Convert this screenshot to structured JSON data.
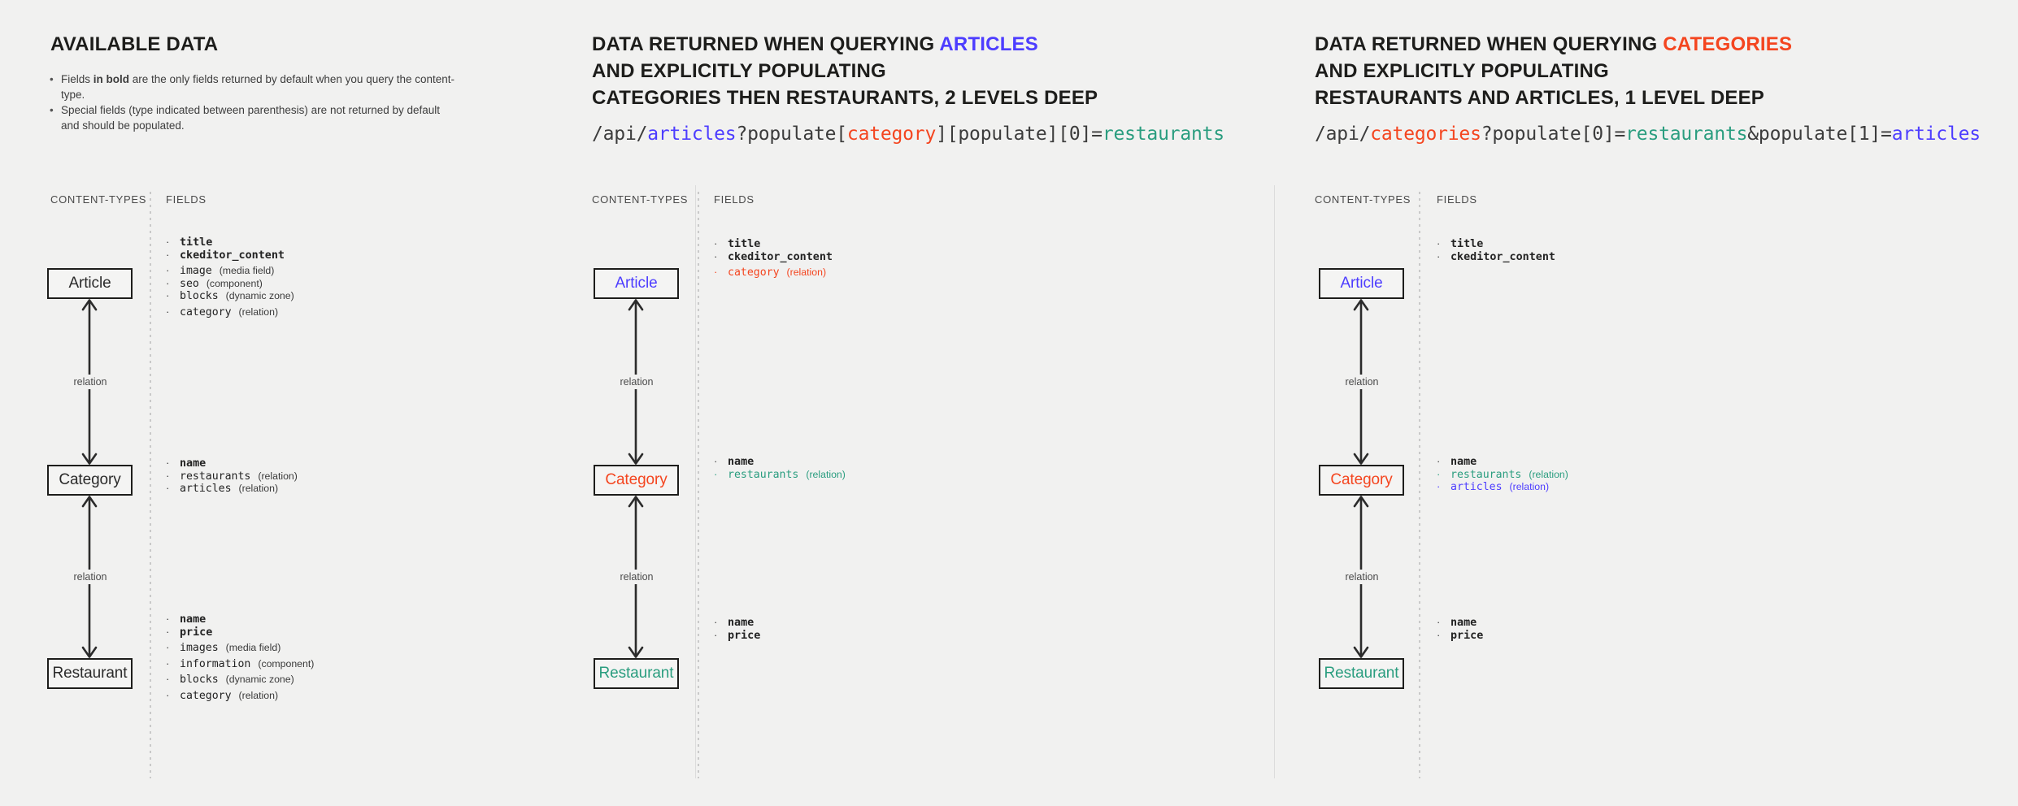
{
  "panels": [
    {
      "id": "available-data",
      "heading_lines": [
        [
          {
            "t": "AVAILABLE DATA",
            "c": ""
          }
        ]
      ],
      "bullets": [
        {
          "pre": "Fields ",
          "bold": "in bold",
          "post": " are the only fields returned by default when you query the content-type."
        },
        {
          "pre": "Special fields (type indicated between parenthesis) are not returned by default",
          "bold": "",
          "post": ""
        },
        {
          "pre": "and should be populated.",
          "bold": "",
          "post": "",
          "indent": true
        }
      ],
      "api_line": null,
      "col_labels": {
        "content_types": "CONTENT-TYPES",
        "fields": "FIELDS"
      },
      "entities": [
        {
          "name": "Article",
          "color": ""
        },
        {
          "name": "Category",
          "color": ""
        },
        {
          "name": "Restaurant",
          "color": ""
        }
      ],
      "relations": [
        {
          "label": "relation"
        },
        {
          "label": "relation"
        }
      ],
      "field_groups": [
        [
          {
            "name": "title",
            "type": "",
            "bold": true,
            "color": ""
          },
          {
            "name": "ckeditor_content",
            "type": "",
            "bold": true,
            "color": ""
          },
          {
            "name": "image",
            "type": "(media field)",
            "bold": false,
            "color": ""
          },
          {
            "name": "seo",
            "type": "(component)",
            "bold": false,
            "color": ""
          },
          {
            "name": "blocks",
            "type": "(dynamic zone)",
            "bold": false,
            "color": ""
          },
          {
            "name": "category",
            "type": "(relation)",
            "bold": false,
            "color": ""
          }
        ],
        [
          {
            "name": "name",
            "type": "",
            "bold": true,
            "color": ""
          },
          {
            "name": "restaurants",
            "type": "(relation)",
            "bold": false,
            "color": ""
          },
          {
            "name": "articles",
            "type": "(relation)",
            "bold": false,
            "color": ""
          }
        ],
        [
          {
            "name": "name",
            "type": "",
            "bold": true,
            "color": ""
          },
          {
            "name": "price",
            "type": "",
            "bold": true,
            "color": ""
          },
          {
            "name": "images",
            "type": "(media field)",
            "bold": false,
            "color": ""
          },
          {
            "name": "information",
            "type": "(component)",
            "bold": false,
            "color": ""
          },
          {
            "name": "blocks",
            "type": "(dynamic zone)",
            "bold": false,
            "color": ""
          },
          {
            "name": "category",
            "type": "(relation)",
            "bold": false,
            "color": ""
          }
        ]
      ]
    },
    {
      "id": "query-articles",
      "heading_lines": [
        [
          {
            "t": "DATA RETURNED WHEN QUERYING ",
            "c": ""
          },
          {
            "t": "ARTICLES",
            "c": "hl-blue"
          }
        ],
        [
          {
            "t": "AND EXPLICITLY POPULATING",
            "c": ""
          }
        ],
        [
          {
            "t": "CATEGORIES THEN RESTAURANTS, 2 LEVELS DEEP",
            "c": ""
          }
        ]
      ],
      "bullets": [],
      "api_line": [
        {
          "t": "/api/",
          "c": ""
        },
        {
          "t": "articles",
          "c": "c-blue"
        },
        {
          "t": "?populate[",
          "c": ""
        },
        {
          "t": "category",
          "c": "c-red"
        },
        {
          "t": "][populate][0]=",
          "c": ""
        },
        {
          "t": "restaurants",
          "c": "c-green"
        }
      ],
      "col_labels": {
        "content_types": "CONTENT-TYPES",
        "fields": "FIELDS"
      },
      "entities": [
        {
          "name": "Article",
          "color": "blue"
        },
        {
          "name": "Category",
          "color": "red"
        },
        {
          "name": "Restaurant",
          "color": "green"
        }
      ],
      "relations": [
        {
          "label": "relation"
        },
        {
          "label": "relation"
        }
      ],
      "field_groups": [
        [
          {
            "name": "title",
            "type": "",
            "bold": true,
            "color": ""
          },
          {
            "name": "ckeditor_content",
            "type": "",
            "bold": true,
            "color": ""
          },
          {
            "name": "category",
            "type": "(relation)",
            "bold": false,
            "color": "col-red"
          }
        ],
        [
          {
            "name": "name",
            "type": "",
            "bold": true,
            "color": ""
          },
          {
            "name": "restaurants",
            "type": "(relation)",
            "bold": false,
            "color": "col-green"
          }
        ],
        [
          {
            "name": "name",
            "type": "",
            "bold": true,
            "color": ""
          },
          {
            "name": "price",
            "type": "",
            "bold": true,
            "color": ""
          }
        ]
      ]
    },
    {
      "id": "query-categories",
      "heading_lines": [
        [
          {
            "t": "DATA RETURNED WHEN QUERYING ",
            "c": ""
          },
          {
            "t": "CATEGORIES",
            "c": "hl-red"
          }
        ],
        [
          {
            "t": "AND EXPLICITLY POPULATING",
            "c": ""
          }
        ],
        [
          {
            "t": "RESTAURANTS AND ARTICLES, 1 LEVEL DEEP",
            "c": ""
          }
        ]
      ],
      "bullets": [],
      "api_line": [
        {
          "t": "/api/",
          "c": ""
        },
        {
          "t": "categories",
          "c": "c-red"
        },
        {
          "t": "?populate[0]=",
          "c": ""
        },
        {
          "t": "restaurants",
          "c": "c-green"
        },
        {
          "t": "&populate[1]=",
          "c": ""
        },
        {
          "t": "articles",
          "c": "c-blue"
        }
      ],
      "col_labels": {
        "content_types": "CONTENT-TYPES",
        "fields": "FIELDS"
      },
      "entities": [
        {
          "name": "Article",
          "color": "blue"
        },
        {
          "name": "Category",
          "color": "red"
        },
        {
          "name": "Restaurant",
          "color": "green"
        }
      ],
      "relations": [
        {
          "label": "relation"
        },
        {
          "label": "relation"
        }
      ],
      "field_groups": [
        [
          {
            "name": "title",
            "type": "",
            "bold": true,
            "color": ""
          },
          {
            "name": "ckeditor_content",
            "type": "",
            "bold": true,
            "color": ""
          }
        ],
        [
          {
            "name": "name",
            "type": "",
            "bold": true,
            "color": ""
          },
          {
            "name": "restaurants",
            "type": "(relation)",
            "bold": false,
            "color": "col-green"
          },
          {
            "name": "articles",
            "type": "(relation)",
            "bold": false,
            "color": "col-blue"
          }
        ],
        [
          {
            "name": "name",
            "type": "",
            "bold": true,
            "color": ""
          },
          {
            "name": "price",
            "type": "",
            "bold": true,
            "color": ""
          }
        ]
      ]
    }
  ],
  "colors": {
    "background": "#f1f1f0",
    "blue": "#4d3dff",
    "red": "#f4451f",
    "green": "#2a9d7f",
    "ink": "#1d1d1b"
  }
}
